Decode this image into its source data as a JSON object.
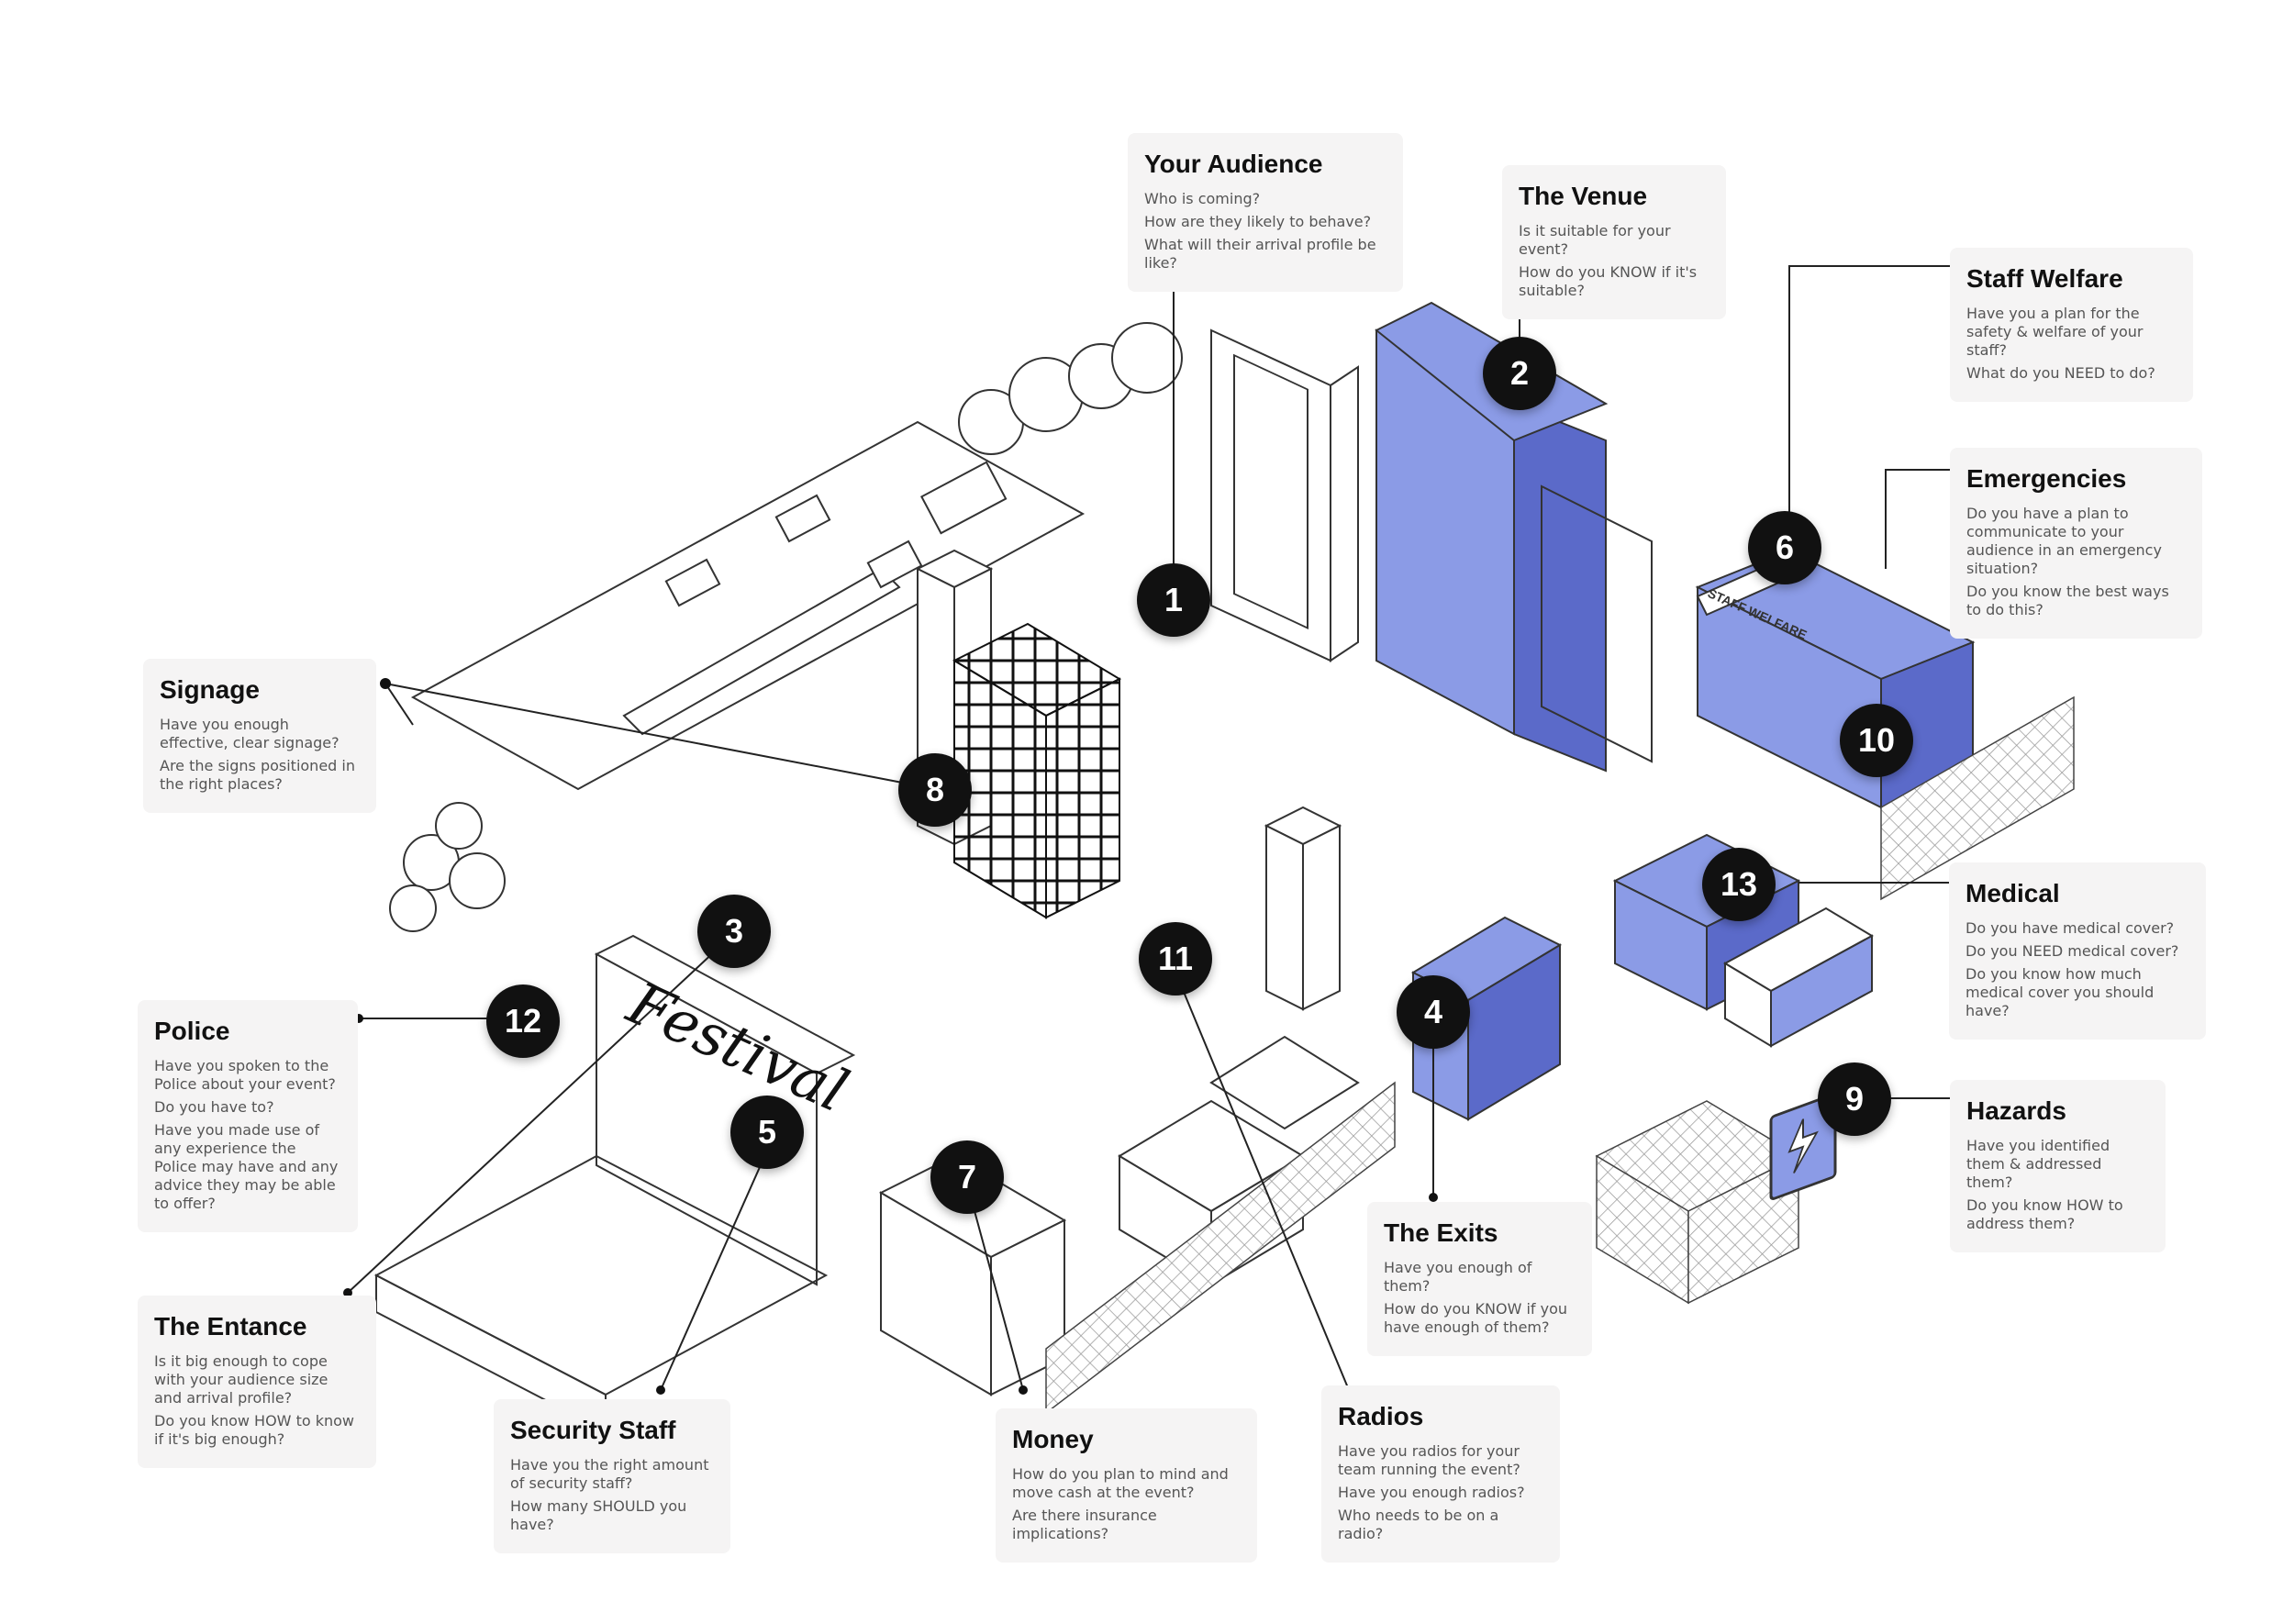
{
  "colors": {
    "accent_blue": "#8b9be6",
    "deep_blue": "#5b6ac9",
    "card_bg": "#f5f4f4",
    "marker_bg": "#111111"
  },
  "illustration": {
    "festival_sign": "Festival",
    "staff_welfare_sign": "STAFF WELFARE"
  },
  "markers": [
    "1",
    "2",
    "3",
    "4",
    "5",
    "6",
    "7",
    "8",
    "9",
    "10",
    "11",
    "12",
    "13"
  ],
  "cards": {
    "audience": {
      "title": "Your Audience",
      "lines": [
        "Who is coming?",
        "How are they likely to behave?",
        "What will their arrival profile be like?"
      ]
    },
    "venue": {
      "title": "The Venue",
      "lines": [
        "Is it suitable for your event?",
        "How do you KNOW if it's suitable?"
      ]
    },
    "welfare": {
      "title": "Staff Welfare",
      "lines": [
        "Have you a plan for the safety & welfare of your staff?",
        "What do you NEED to do?"
      ]
    },
    "emergencies": {
      "title": "Emergencies",
      "lines": [
        "Do you have a plan to communicate to your audience in an emergency situation?",
        "Do you know the best ways to do this?"
      ]
    },
    "signage": {
      "title": "Signage",
      "lines": [
        "Have you enough effective, clear signage?",
        "Are the signs positioned in the right places?"
      ]
    },
    "medical": {
      "title": "Medical",
      "lines": [
        "Do you have medical cover?",
        "Do you NEED medical cover?",
        "Do you know how much medical cover you should have?"
      ]
    },
    "police": {
      "title": "Police",
      "lines": [
        "Have you spoken to the Police about your event?",
        "Do you have to?",
        "Have you made use of any experience the Police may have and any advice they may be able to offer?"
      ]
    },
    "hazards": {
      "title": "Hazards",
      "lines": [
        "Have you identified them & addressed them?",
        "Do you know HOW to address them?"
      ]
    },
    "exits": {
      "title": "The Exits",
      "lines": [
        "Have you enough of them?",
        "How do you KNOW if you have enough of them?"
      ]
    },
    "entrance": {
      "title": "The Entance",
      "lines": [
        "Is it big enough to cope with your audience size and arrival profile?",
        "Do you know HOW to know if it's big enough?"
      ]
    },
    "radios": {
      "title": "Radios",
      "lines": [
        "Have you radios for your team running the event?",
        "Have you enough radios?",
        "Who needs to be on a radio?"
      ]
    },
    "security": {
      "title": "Security Staff",
      "lines": [
        "Have you the right amount of security staff?",
        "How many SHOULD you have?"
      ]
    },
    "money": {
      "title": "Money",
      "lines": [
        "How do you plan to mind and move cash at the event?",
        "Are there insurance implications?"
      ]
    }
  }
}
